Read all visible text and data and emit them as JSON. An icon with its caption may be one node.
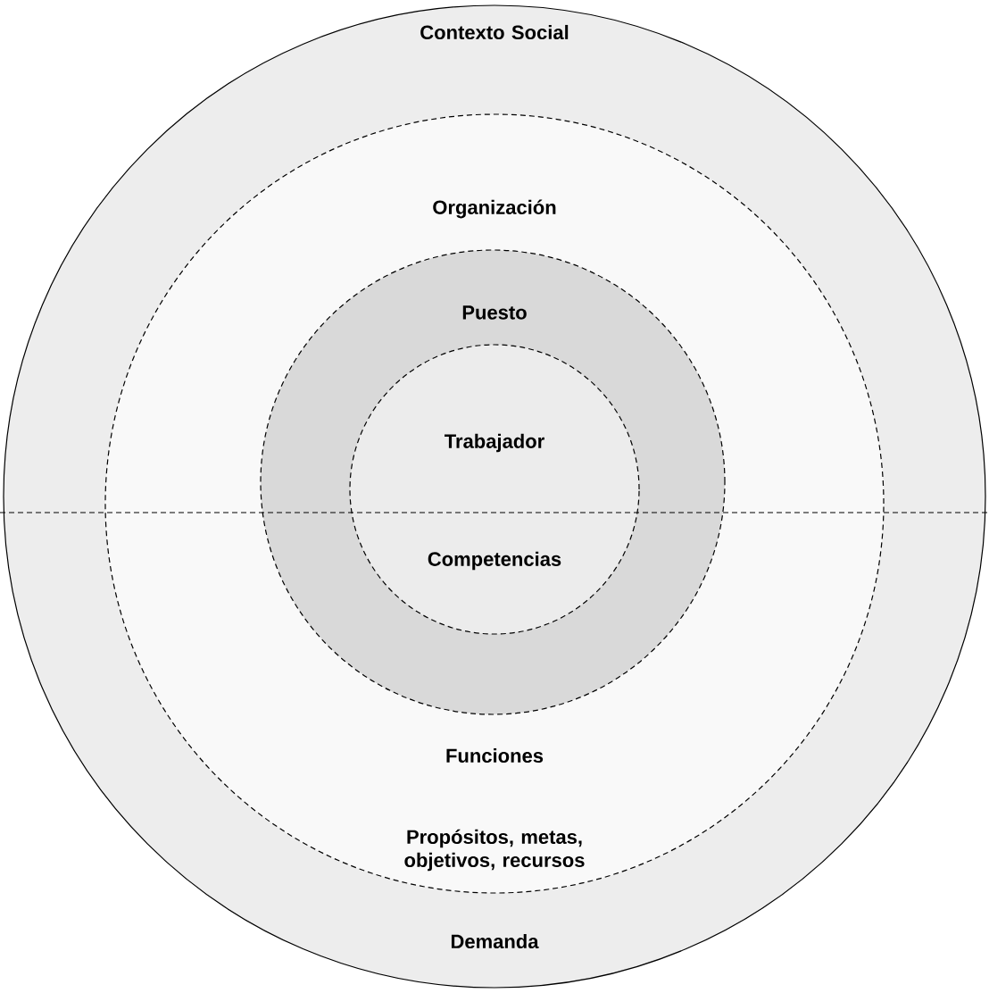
{
  "diagram": {
    "nodes": [
      {
        "text": [
          "Contexto Social",
          "Demanda"
        ]
      },
      {
        "text": [
          "Organización",
          "Propósitos, metas, objetivos, recursos"
        ],
        "in": 0
      },
      {
        "text": [
          "Puesto",
          "Funciones"
        ],
        "in": 1
      },
      {
        "text": [
          "Trabajador",
          "Competencias"
        ],
        "in": 2
      }
    ]
  }
}
